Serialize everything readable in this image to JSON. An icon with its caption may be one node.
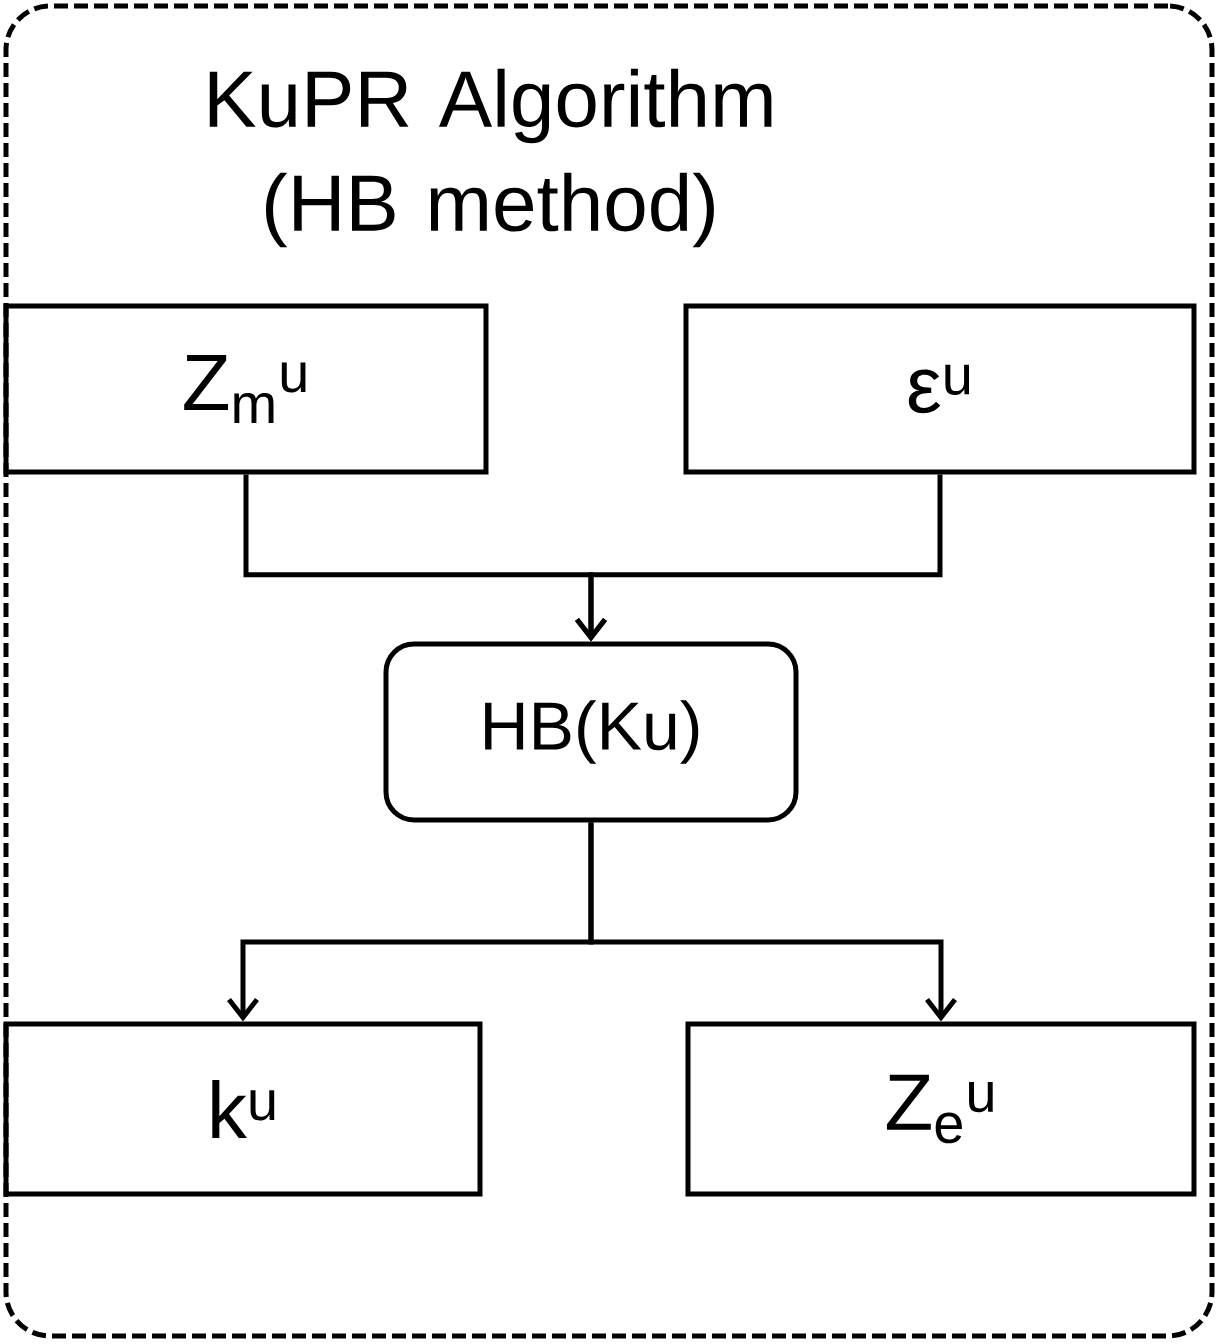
{
  "diagram": {
    "nodes": [
      {
        "text": [
          "KuPR Algorithm (HB method)"
        ]
      },
      {
        "text": [
          "Z$_{m}$$^{u}$"
        ],
        "in": 0
      },
      {
        "text": [
          "ε$^{u}$"
        ],
        "in": 0
      },
      {
        "text": [
          "HB(Ku)"
        ],
        "in": 0
      },
      {
        "text": [
          "k$^{u}$"
        ],
        "in": 0
      },
      {
        "text": [
          "Z$_{e}$$^{u}$"
        ],
        "in": 0
      }
    ],
    "edges": [
      {
        "from": 1,
        "to": 3,
        "arrow": "to"
      },
      {
        "from": 2,
        "to": 3,
        "arrow": "to"
      },
      {
        "from": 3,
        "to": 4,
        "arrow": "to"
      },
      {
        "from": 3,
        "to": 5,
        "arrow": "to"
      }
    ]
  }
}
